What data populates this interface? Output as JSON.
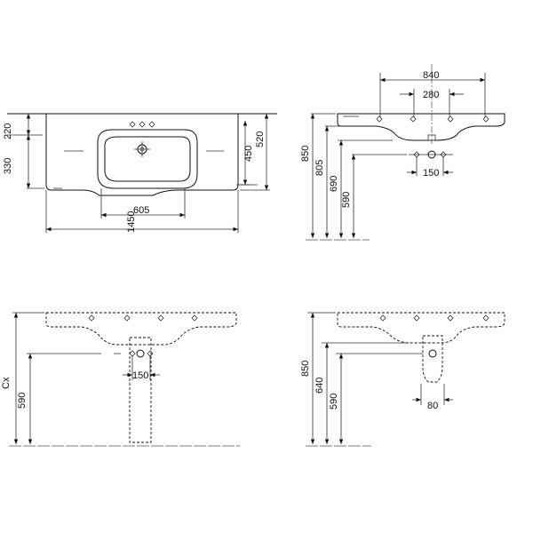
{
  "top_view": {
    "dim_width": "1450",
    "dim_basin_width": "605",
    "dim_left_depth": "220",
    "dim_left_basin": "330",
    "dim_right_total": "520",
    "dim_right_depth": "450"
  },
  "side_view": {
    "dim_840": "840",
    "dim_280": "280",
    "dim_850": "850",
    "dim_805": "805",
    "dim_690": "690",
    "dim_590": "590",
    "dim_150": "150"
  },
  "front_view_a": {
    "dim_cx": "Cx",
    "dim_590": "590",
    "dim_150": "150"
  },
  "front_view_b": {
    "dim_850": "850",
    "dim_640": "640",
    "dim_590": "590",
    "dim_80": "80"
  }
}
